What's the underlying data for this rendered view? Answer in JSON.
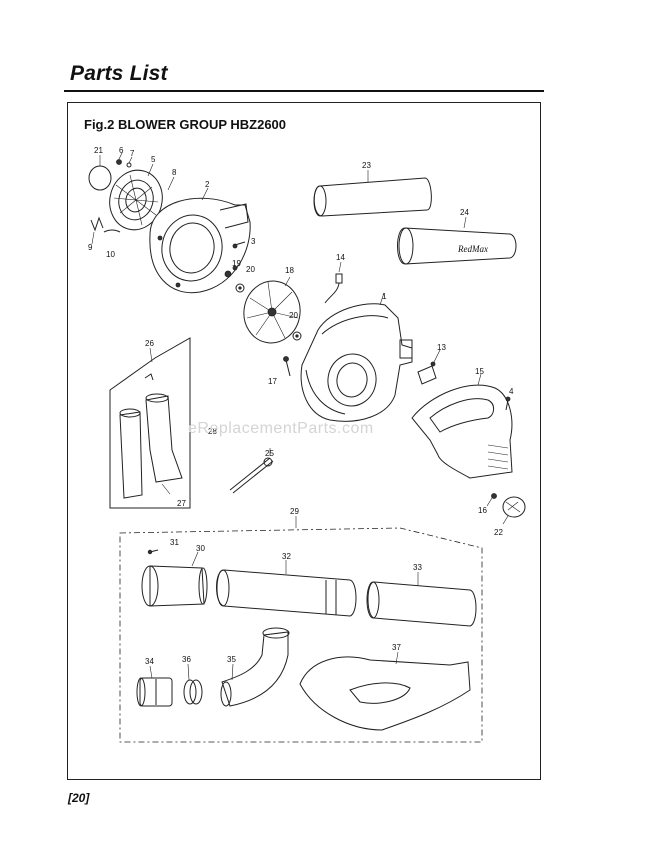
{
  "header": {
    "title": "Parts List"
  },
  "figure": {
    "title": "Fig.2 BLOWER GROUP HBZ2600"
  },
  "watermark": "eReplacementParts.com",
  "brand_label": "RedMax",
  "footer": {
    "page": "20"
  },
  "part_numbers": [
    "1",
    "2",
    "3",
    "4",
    "5",
    "6",
    "7",
    "8",
    "9",
    "10",
    "13",
    "14",
    "15",
    "16",
    "17",
    "18",
    "19",
    "20",
    "21",
    "22",
    "23",
    "24",
    "25",
    "26",
    "27",
    "28",
    "29",
    "30",
    "31",
    "32",
    "33",
    "34",
    "35",
    "36",
    "37"
  ],
  "callouts": {
    "n1": "1",
    "n2": "2",
    "n3": "3",
    "n4": "4",
    "n5": "5",
    "n6": "6",
    "n7": "7",
    "n8": "8",
    "n9": "9",
    "n10": "10",
    "n13": "13",
    "n14": "14",
    "n15": "15",
    "n16": "16",
    "n17": "17",
    "n18": "18",
    "n19": "19",
    "n20a": "20",
    "n20b": "20",
    "n21": "21",
    "n22": "22",
    "n23": "23",
    "n24": "24",
    "n25": "25",
    "n26": "26",
    "n27": "27",
    "n28": "28",
    "n29": "29",
    "n30": "30",
    "n31": "31",
    "n32": "32",
    "n33": "33",
    "n34": "34",
    "n35": "35",
    "n36": "36",
    "n37": "37"
  }
}
